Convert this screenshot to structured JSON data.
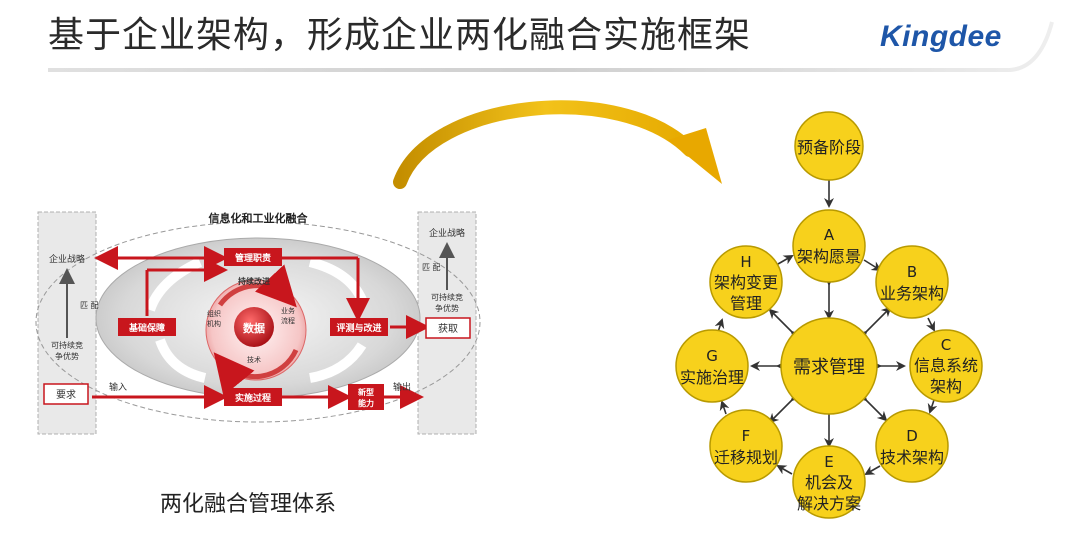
{
  "page": {
    "title": "基于企业架构，形成企业两化融合实施框架",
    "logo": "Kingdee",
    "caption": "两化融合管理体系"
  },
  "left_diagram": {
    "title": "信息化和工业化融合",
    "left_panel": {
      "strategy": "企业战略",
      "match": "匹 配",
      "advantage_1": "可持续竞",
      "advantage_2": "争优势",
      "requirement": "要求"
    },
    "right_panel": {
      "strategy": "企业战略",
      "match": "匹 配",
      "advantage_1": "可持续竞",
      "advantage_2": "争优势",
      "acquire": "获取"
    },
    "boxes": {
      "mgmt_duty": "管理职责",
      "foundation": "基础保障",
      "evaluate": "评测与改进",
      "implement": "实施过程",
      "new_cap_1": "新型",
      "new_cap_2": "能力"
    },
    "inner": {
      "continuous": "持续改进",
      "data": "数据",
      "org_1": "组织",
      "org_2": "机构",
      "biz_1": "业务",
      "biz_2": "流程",
      "tech": "技术"
    },
    "flow": {
      "input": "输入",
      "output": "输出"
    }
  },
  "right_diagram": {
    "center": "需求管理",
    "nodes": [
      {
        "lines": [
          "预备阶段"
        ]
      },
      {
        "lines": [
          "A",
          "架构愿景"
        ]
      },
      {
        "lines": [
          "B",
          "业务架构"
        ]
      },
      {
        "lines": [
          "C",
          "信息系统",
          "架构"
        ]
      },
      {
        "lines": [
          "D",
          "技术架构"
        ]
      },
      {
        "lines": [
          "E",
          "机会及",
          "解决方案"
        ]
      },
      {
        "lines": [
          "F",
          "迁移规划"
        ]
      },
      {
        "lines": [
          "G",
          "实施治理"
        ]
      },
      {
        "lines": [
          "H",
          "架构变更",
          "管理"
        ]
      }
    ]
  },
  "colors": {
    "node_fill": "#f7d11c",
    "node_stroke": "#b89a00",
    "red": "#c8161d",
    "gold": "#d9a800",
    "logo_blue": "#1e56a8"
  }
}
